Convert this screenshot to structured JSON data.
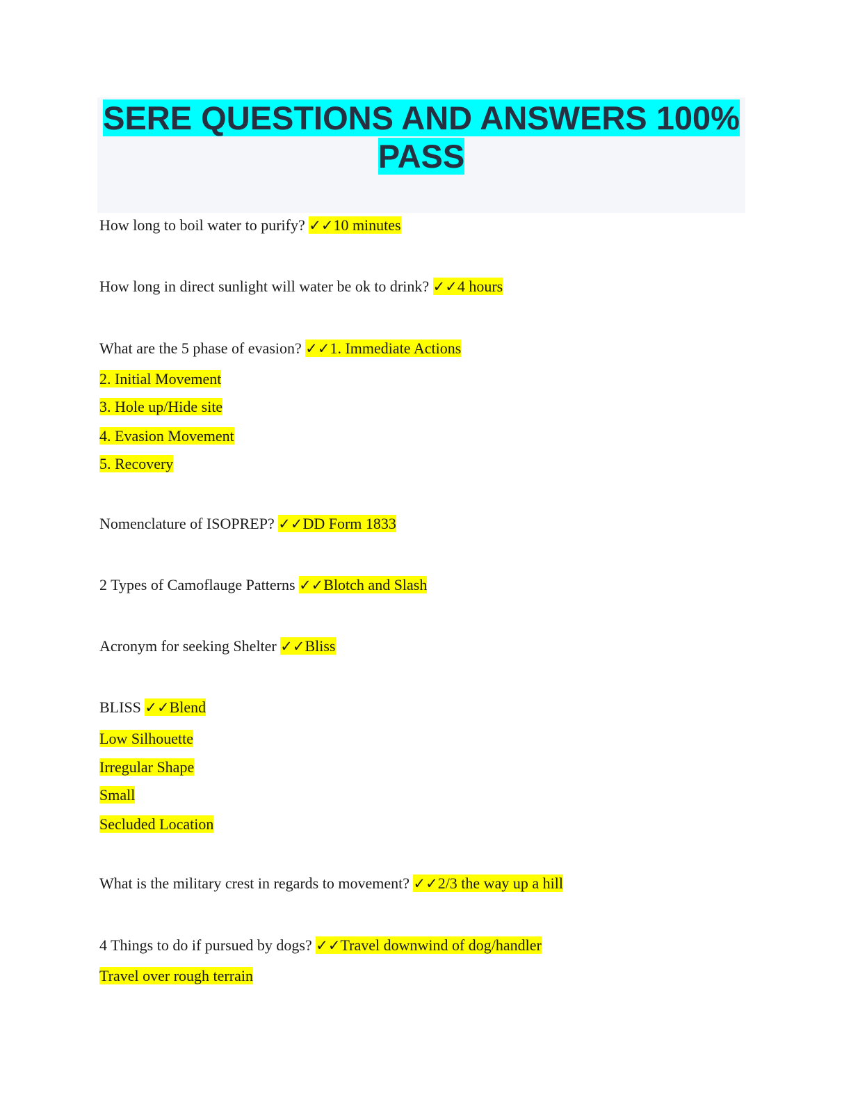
{
  "title": {
    "line1": "SERE QUESTIONS AND ANSWERS 100%",
    "line2": "PASS"
  },
  "check_mark": "✓✓",
  "qa": [
    {
      "question": "How long to boil water to purify? ",
      "answer": "10 minutes"
    },
    {
      "question": "How long in direct sunlight will water be ok to drink? ",
      "answer": "4 hours"
    },
    {
      "question": "What are the 5 phase of evasion? ",
      "answer": "1. Immediate Actions",
      "continuation": [
        "2. Initial Movement",
        "3. Hole up/Hide site",
        "4. Evasion Movement",
        "5. Recovery"
      ]
    },
    {
      "question": "Nomenclature of ISOPREP? ",
      "answer": "DD Form 1833"
    },
    {
      "question": "2 Types of Camoflauge Patterns ",
      "answer": "Blotch and Slash"
    },
    {
      "question": "Acronym for seeking Shelter ",
      "answer": "Bliss"
    },
    {
      "question": "BLISS ",
      "answer": "Blend",
      "continuation": [
        "Low Silhouette",
        "Irregular Shape",
        "Small",
        "Secluded Location"
      ]
    },
    {
      "question": "What is the military crest in regards to movement? ",
      "answer": "2/3 the way up a hill"
    },
    {
      "question": "4 Things to do if pursued by dogs? ",
      "answer": "Travel downwind of dog/handler",
      "continuation": [
        "Travel over rough terrain"
      ]
    }
  ],
  "colors": {
    "title_highlight": "#00ffff",
    "answer_highlight": "#ffff00",
    "title_text": "#263040",
    "title_panel": "#f5f6fa"
  }
}
